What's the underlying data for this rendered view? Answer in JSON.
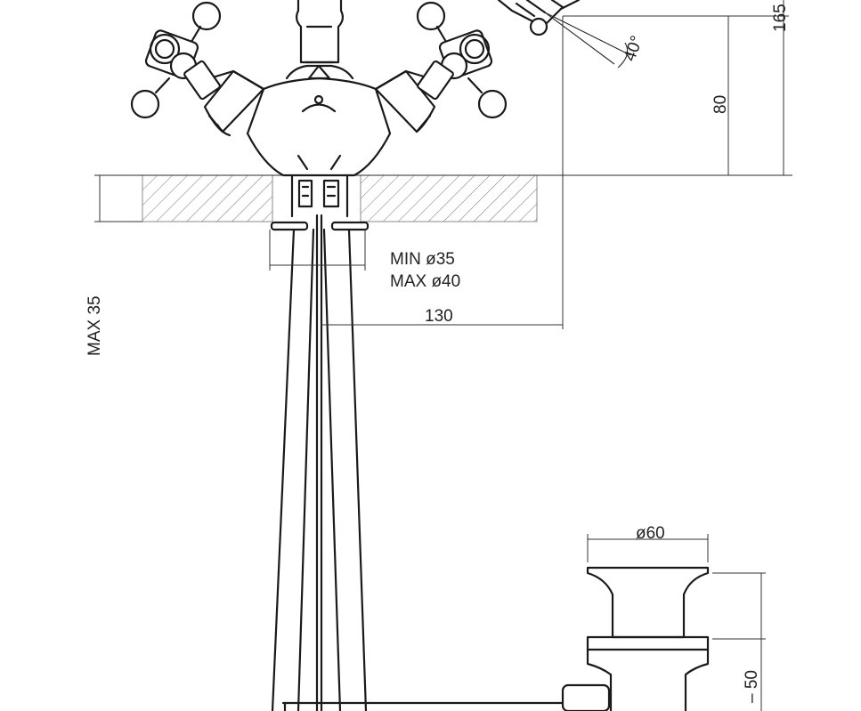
{
  "dimensions": {
    "spout_angle": "40°",
    "height_total": "165",
    "height_80": "80",
    "hole_min": "MIN  ø35",
    "hole_max": "MAX  ø40",
    "reach": "130",
    "deck_max": "MAX  35",
    "waste_dia": "ø60",
    "waste_50": "– 50"
  },
  "colors": {
    "line": "#1a1a1a",
    "hatch": "#777777",
    "background": "#ffffff"
  }
}
